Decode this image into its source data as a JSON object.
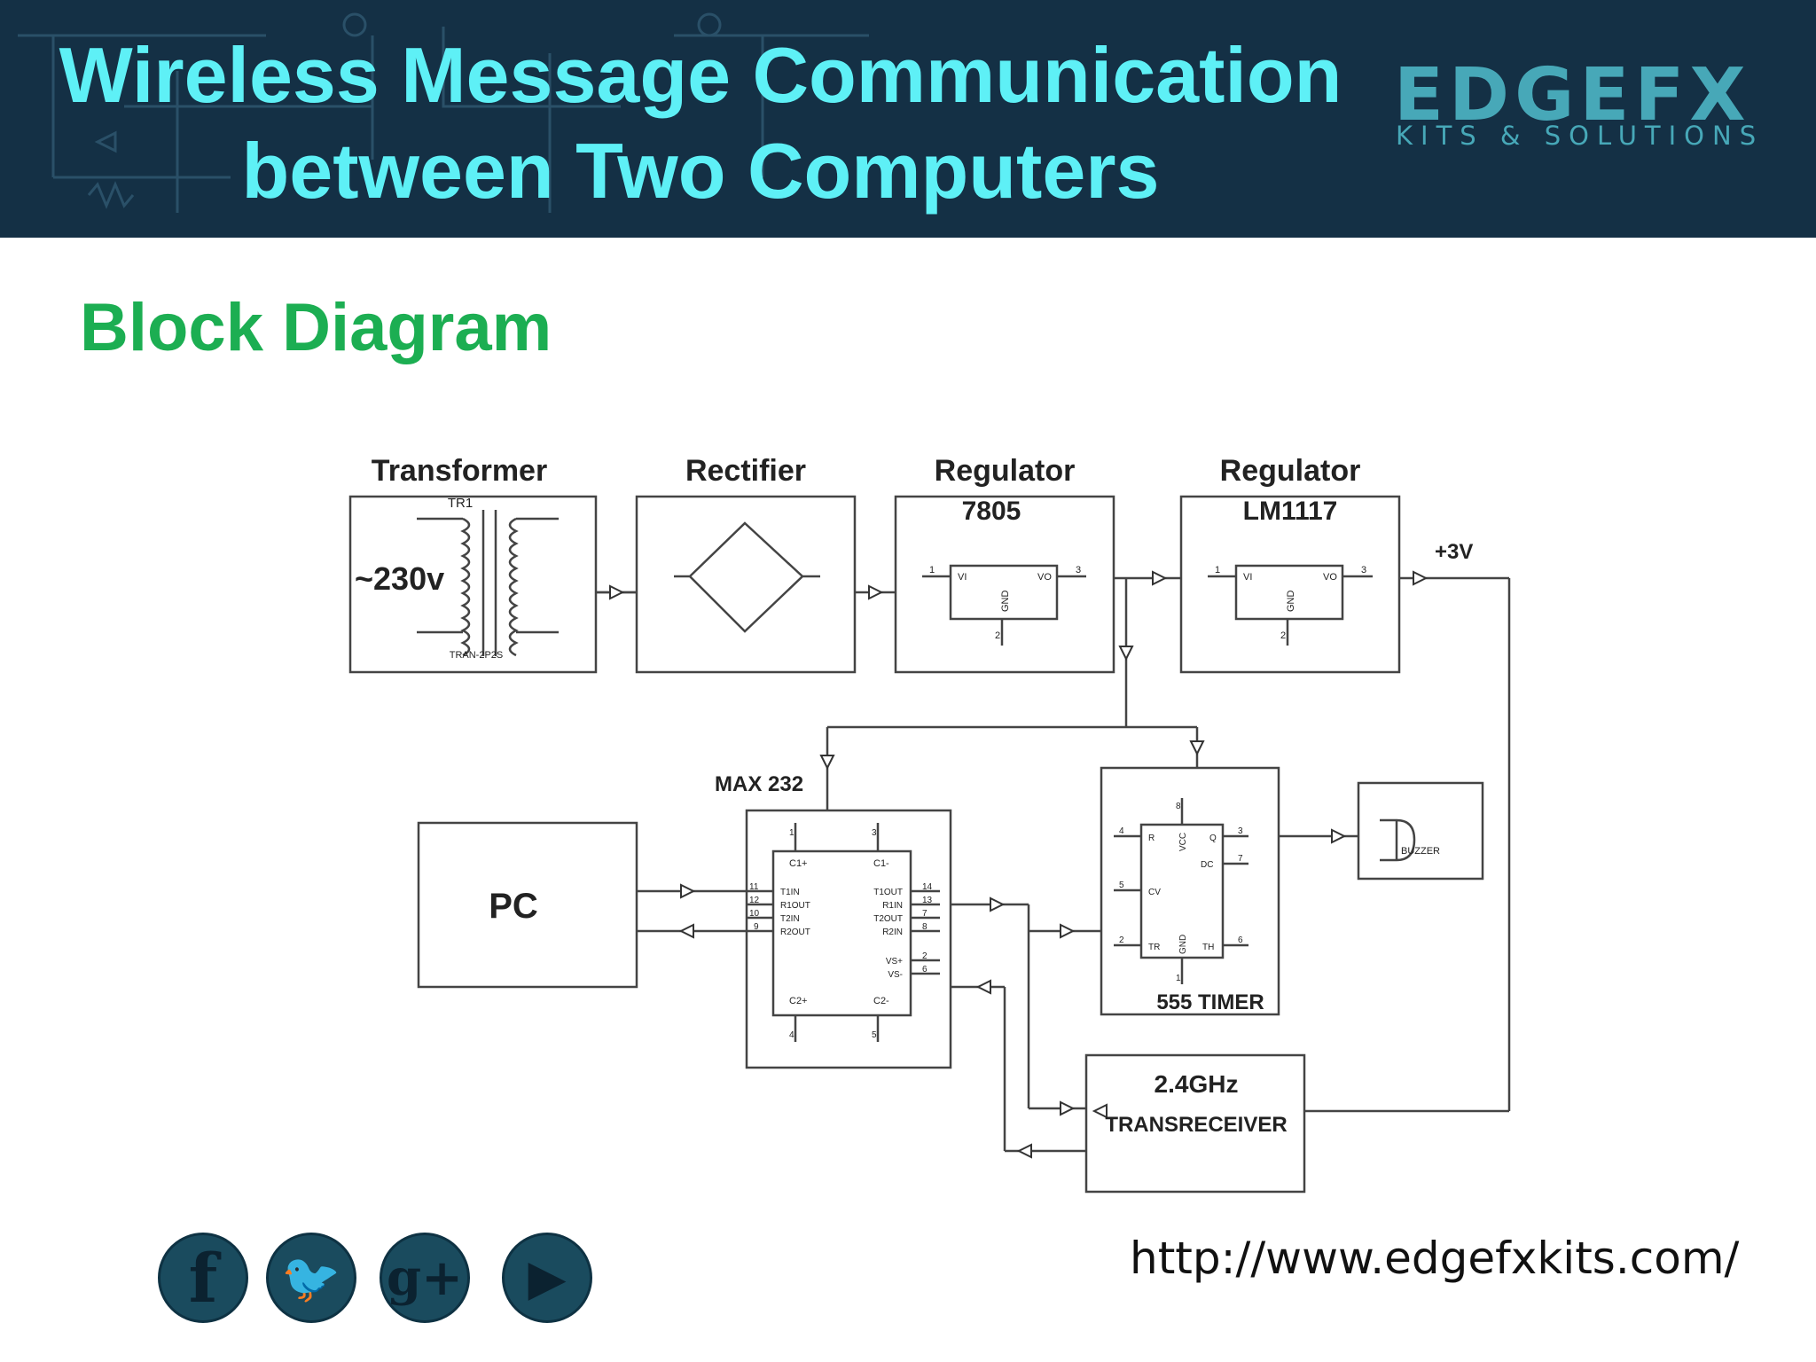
{
  "header": {
    "title_line1": "Wireless Message Communication",
    "title_line2": "between Two Computers",
    "background": "#143045",
    "title_color": "#5ef0f6",
    "logo": {
      "brand": "EDGEFX",
      "tagline": "KITS & SOLUTIONS",
      "color": "#47a8b8"
    }
  },
  "section": {
    "title": "Block Diagram",
    "color": "#1cae52"
  },
  "diagram": {
    "transformer": {
      "title": "Transformer",
      "designator": "TR1",
      "voltage": "~230v",
      "part": "TRAN-2P2S"
    },
    "rectifier": {
      "title": "Rectifier"
    },
    "regulator1": {
      "title": "Regulator",
      "part": "7805",
      "pin_vi": "VI",
      "pin_vo": "VO",
      "pin_gnd": "GND",
      "pin1": "1",
      "pin2": "2",
      "pin3": "3"
    },
    "regulator2": {
      "title": "Regulator",
      "part": "LM1117",
      "pin_vi": "VI",
      "pin_vo": "VO",
      "pin_gnd": "GND",
      "pin1": "1",
      "pin2": "2",
      "pin3": "3"
    },
    "supply_label": "+3V",
    "pc": {
      "label": "PC"
    },
    "max232": {
      "title": "MAX 232",
      "pins_left": [
        "T1IN",
        "R1OUT",
        "T2IN",
        "R2OUT"
      ],
      "pins_left_nums": [
        "11",
        "12",
        "10",
        "9"
      ],
      "pins_right": [
        "T1OUT",
        "R1IN",
        "T2OUT",
        "R2IN"
      ],
      "pins_right_nums": [
        "14",
        "13",
        "7",
        "8"
      ],
      "c1p": "C1+",
      "c1m": "C1-",
      "c2p": "C2+",
      "c2m": "C2-",
      "vsp": "VS+",
      "vsm": "VS-",
      "num1": "1",
      "num3": "3",
      "num4": "4",
      "num5": "5",
      "num2": "2",
      "num6": "6"
    },
    "timer": {
      "title": "555 TIMER",
      "pin_r": "R",
      "pin_vcc": "VCC",
      "pin_q": "Q",
      "pin_dc": "DC",
      "pin_cv": "CV",
      "pin_tr": "TR",
      "pin_gnd": "GND",
      "pin_th": "TH",
      "n8": "8",
      "n4": "4",
      "n3": "3",
      "n7": "7",
      "n5": "5",
      "n2": "2",
      "n6": "6",
      "n1": "1"
    },
    "buzzer": {
      "label": "BUZZER"
    },
    "transceiver": {
      "line1": "2.4GHz",
      "line2": "TRANSRECEIVER"
    }
  },
  "social": [
    {
      "name": "facebook-icon",
      "glyph": "f"
    },
    {
      "name": "twitter-icon",
      "glyph": "🐦"
    },
    {
      "name": "google-plus-icon",
      "glyph": "g+"
    },
    {
      "name": "youtube-icon",
      "glyph": "▶"
    }
  ],
  "footer": {
    "url": "http://www.edgefxkits.com/"
  }
}
